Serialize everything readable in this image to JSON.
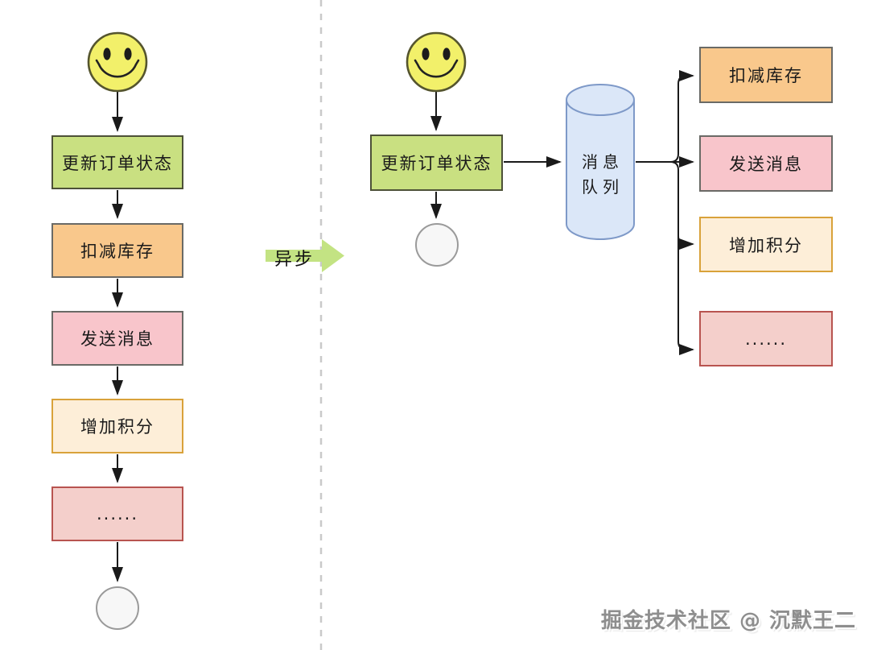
{
  "palette": {
    "green_fill": "#c9e081",
    "green_border": "#4d5138",
    "orange_fill": "#f9c88c",
    "orange_border": "#6a6a66",
    "pink_fill": "#f8c5cb",
    "pink_border": "#6a6a66",
    "cream_fill": "#fdeed8",
    "cream_border": "#d9a23a",
    "salmon_fill": "#f4cfcb",
    "salmon_border": "#b85450",
    "cylinder_fill": "#dbe7f8",
    "cylinder_border": "#7e99c8",
    "smiley_fill": "#f2f06a",
    "smiley_border": "#55552e",
    "async_arrow_fill": "#c3e383",
    "divider_color": "#c9c9c9",
    "connector_color": "#1a1a1a",
    "end_circle_fill": "#f7f7f7",
    "end_circle_border": "#9a9a9a",
    "watermark_color": "#8e8e8e"
  },
  "icons": {
    "user": "smiley-face",
    "queue": "database-cylinder",
    "transition": "right-block-arrow"
  },
  "sync_flow": {
    "steps": [
      {
        "label": "更新订单状态",
        "color": "green"
      },
      {
        "label": "扣减库存",
        "color": "orange"
      },
      {
        "label": "发送消息",
        "color": "pink"
      },
      {
        "label": "增加积分",
        "color": "cream"
      },
      {
        "label": "......",
        "color": "salmon"
      }
    ]
  },
  "transition": {
    "label": "异步"
  },
  "async_flow": {
    "entry_step": {
      "label": "更新订单状态",
      "color": "green"
    },
    "queue": {
      "line1": "消息",
      "line2": "队列"
    },
    "consumers": [
      {
        "label": "扣减库存",
        "color": "orange"
      },
      {
        "label": "发送消息",
        "color": "pink"
      },
      {
        "label": "增加积分",
        "color": "cream"
      },
      {
        "label": "......",
        "color": "salmon"
      }
    ]
  },
  "watermark": "掘金技术社区 @ 沉默王二"
}
